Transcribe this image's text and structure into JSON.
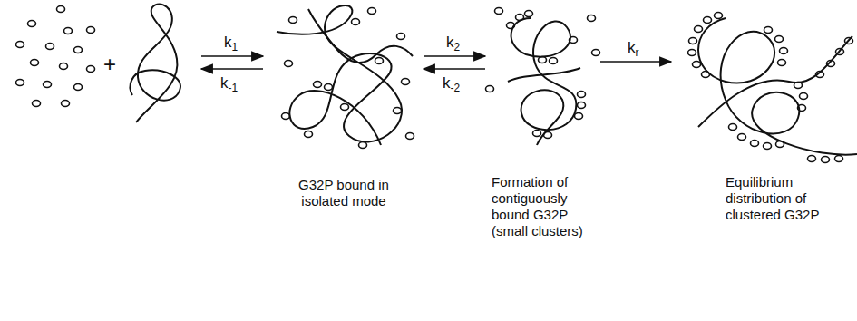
{
  "diagram": {
    "labels": [
      "+",
      "k1",
      "k-1",
      "k2",
      "k-2",
      "kr",
      "G32P bound in isolated mode",
      "Formation of contiguously bound G32P (small clusters)",
      "Equilibrium distribution of clustered G32P"
    ]
  }
}
